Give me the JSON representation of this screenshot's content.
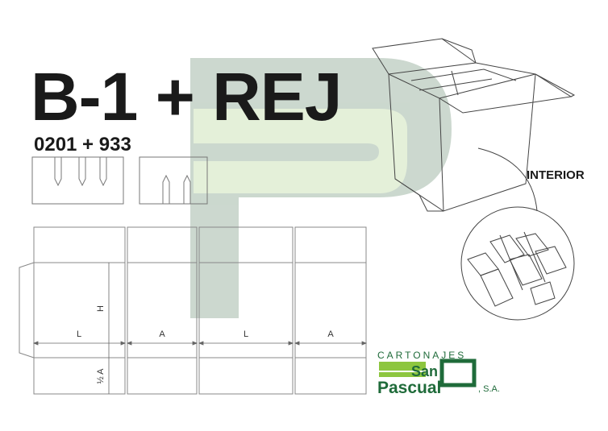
{
  "title": "B-1 + REJ",
  "subtitle": "0201 + 933",
  "interior_label": "INTERIOR",
  "dimension_labels": {
    "L1": "L",
    "A1": "A",
    "L2": "L",
    "A2": "A",
    "H": "H",
    "half_A": "½ A"
  },
  "brand": {
    "top": "CARTONAJES",
    "name_line1": "San",
    "name_line2": "Pascual",
    "suffix": ", S.A.",
    "color": "#1f6b3a"
  },
  "colors": {
    "watermark_gray": "#c9d6cc",
    "watermark_green": "#e3f0d8",
    "line": "#555555"
  }
}
